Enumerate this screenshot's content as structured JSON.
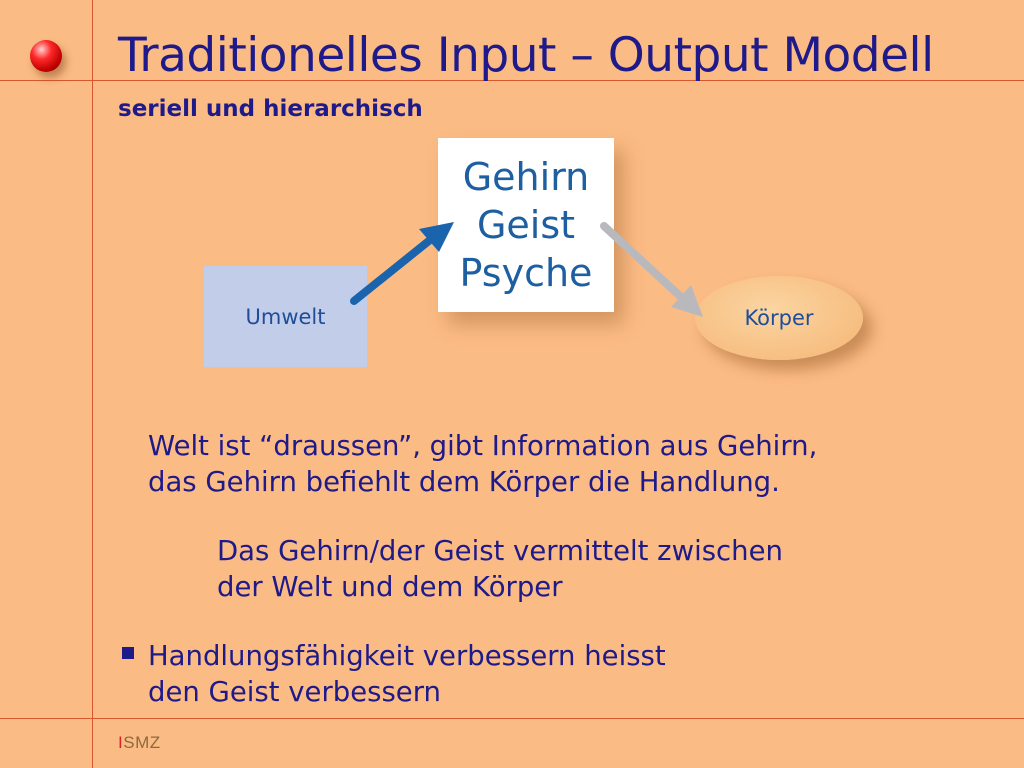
{
  "slide": {
    "title": "Traditionelles Input – Output Modell",
    "subtitle": "seriell und hierarchisch"
  },
  "diagram": {
    "input_box": "Umwelt",
    "center_box": [
      "Gehirn",
      "Geist",
      "Psyche"
    ],
    "output_ellipse": "Körper",
    "colors": {
      "input_arrow": "#1a63ad",
      "output_arrow": "#b9b9bd",
      "input_box_fill": "#c2cdea",
      "center_box_fill": "#ffffff",
      "ellipse_fill": "#f5b574"
    }
  },
  "body": {
    "paragraph1": [
      "Welt ist “draussen”, gibt Information aus Gehirn,",
      "das Gehirn befiehlt dem Körper die Handlung."
    ],
    "paragraph2": [
      "Das Gehirn/der Geist vermittelt zwischen",
      "der Welt und dem Körper"
    ],
    "bullet": [
      "Handlungsfähigkeit verbessern heisst",
      "den Geist verbessern"
    ]
  },
  "footer": {
    "logo_first": "I",
    "logo_rest": "SMZ"
  },
  "theme": {
    "background": "#fbbb84",
    "text": "#1f1a8a",
    "rule": "#d9572e"
  }
}
